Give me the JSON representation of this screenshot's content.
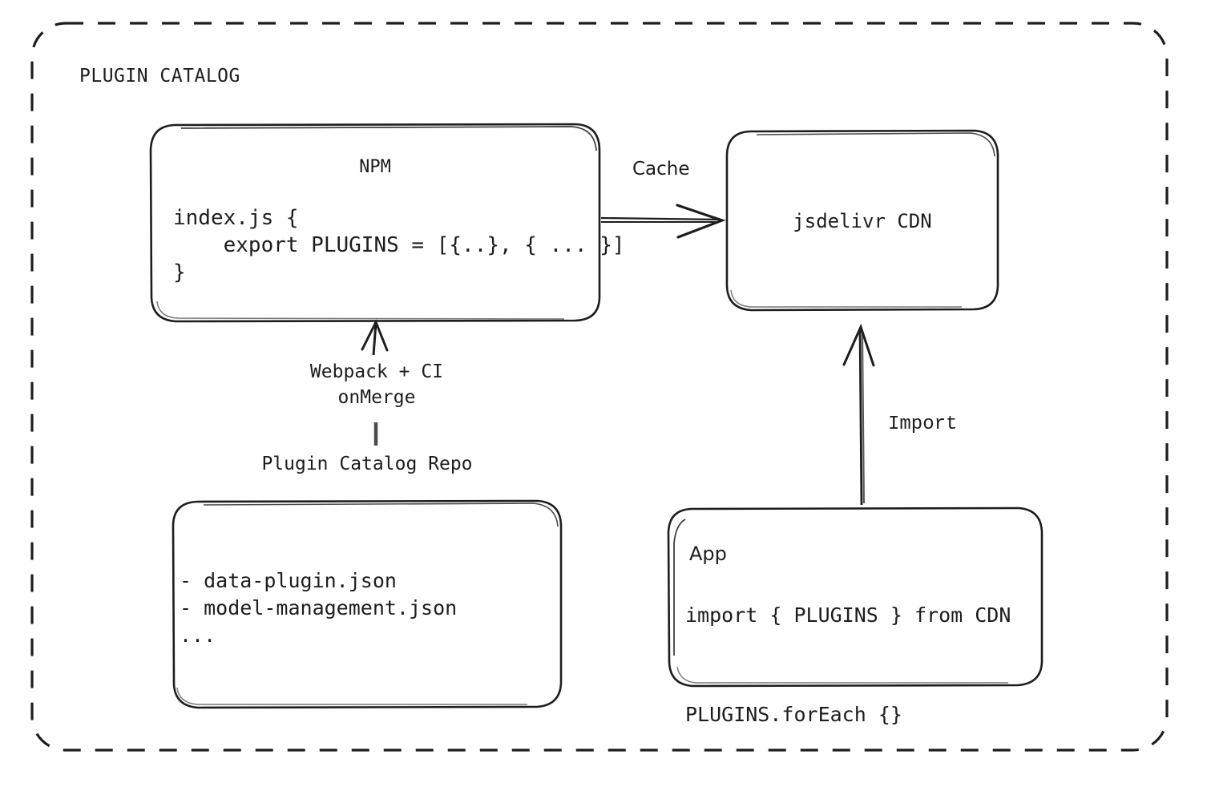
{
  "diagram": {
    "title": "PLUGIN CATALOG",
    "boundary_style": "dashed-rounded-rectangle",
    "stroke_color": "#1d1d1d",
    "background_color": "#ffffff"
  },
  "nodes": {
    "npm": {
      "title": "NPM",
      "code": "index.js {\n    export PLUGINS = [{..}, { ... }]\n}"
    },
    "cdn": {
      "title": "jsdelivr CDN"
    },
    "repo": {
      "caption": "Plugin Catalog Repo",
      "items": "- data-plugin.json\n- model-management.json\n..."
    },
    "app": {
      "title": "App",
      "code": "import { PLUGINS } from CDN\n\nPLUGINS.forEach {}"
    }
  },
  "edges": {
    "cache": {
      "label": "Cache",
      "from": "npm",
      "to": "cdn",
      "direction": "right"
    },
    "build": {
      "label": "Webpack + CI\nonMerge",
      "from": "repo",
      "to": "npm",
      "direction": "up"
    },
    "import": {
      "label": "Import",
      "from": "app",
      "to": "cdn",
      "direction": "up"
    }
  }
}
